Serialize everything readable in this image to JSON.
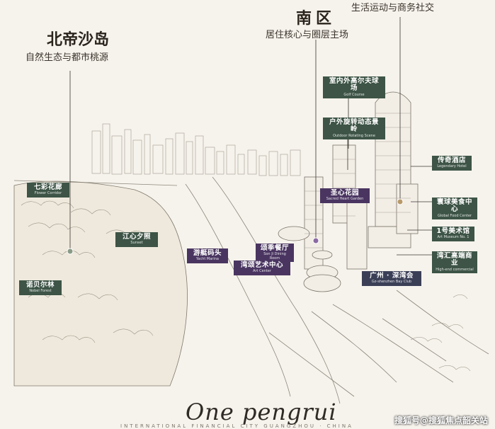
{
  "north": {
    "title": "北帝沙岛",
    "subtitle": "自然生态与都市桃源"
  },
  "south": {
    "title": "南区",
    "subtitle": "居住核心与圈层主场",
    "top_caption": "生活运动与商务社交"
  },
  "labels": [
    {
      "cn": "七彩花廊",
      "en": "Flower Corridor"
    },
    {
      "cn": "江心夕照",
      "en": "Sunset"
    },
    {
      "cn": "诺贝尔林",
      "en": "Nobel Forest"
    },
    {
      "cn": "室内外高尔夫球场",
      "en": "Golf Course"
    },
    {
      "cn": "户外旋转动态景岭",
      "en": "Outdoor Rotating Scene"
    },
    {
      "cn": "圣心花园",
      "en": "Sacred Heart Garden"
    },
    {
      "cn": "传奇酒店",
      "en": "Legendary Hotel"
    },
    {
      "cn": "寰球美食中心",
      "en": "Global Food Center"
    },
    {
      "cn": "1号美术馆",
      "en": "Art Museum No. 1"
    },
    {
      "cn": "湾汇高端商业",
      "en": "High-end commercial"
    },
    {
      "cn": "游艇码头",
      "en": "Yacht Marina"
    },
    {
      "cn": "颂季餐厅",
      "en": "Son Ji Dining Room"
    },
    {
      "cn": "湾颂艺术中心",
      "en": "Art Center"
    },
    {
      "cn": "广州 · 深湾会",
      "en": "Gz-shenzhen Bay Club"
    }
  ],
  "signature": "One pengrui",
  "bottom_strip": "INTERNATIONAL FINANCIAL CITY GUANGZHOU · CHINA",
  "watermark": "搜狐号@搜狐焦点韶关站",
  "colors": {
    "paper": "#f6f3ec",
    "ink": "#6d665c",
    "label_green": "#3d5446",
    "label_purple": "#4a3561"
  }
}
